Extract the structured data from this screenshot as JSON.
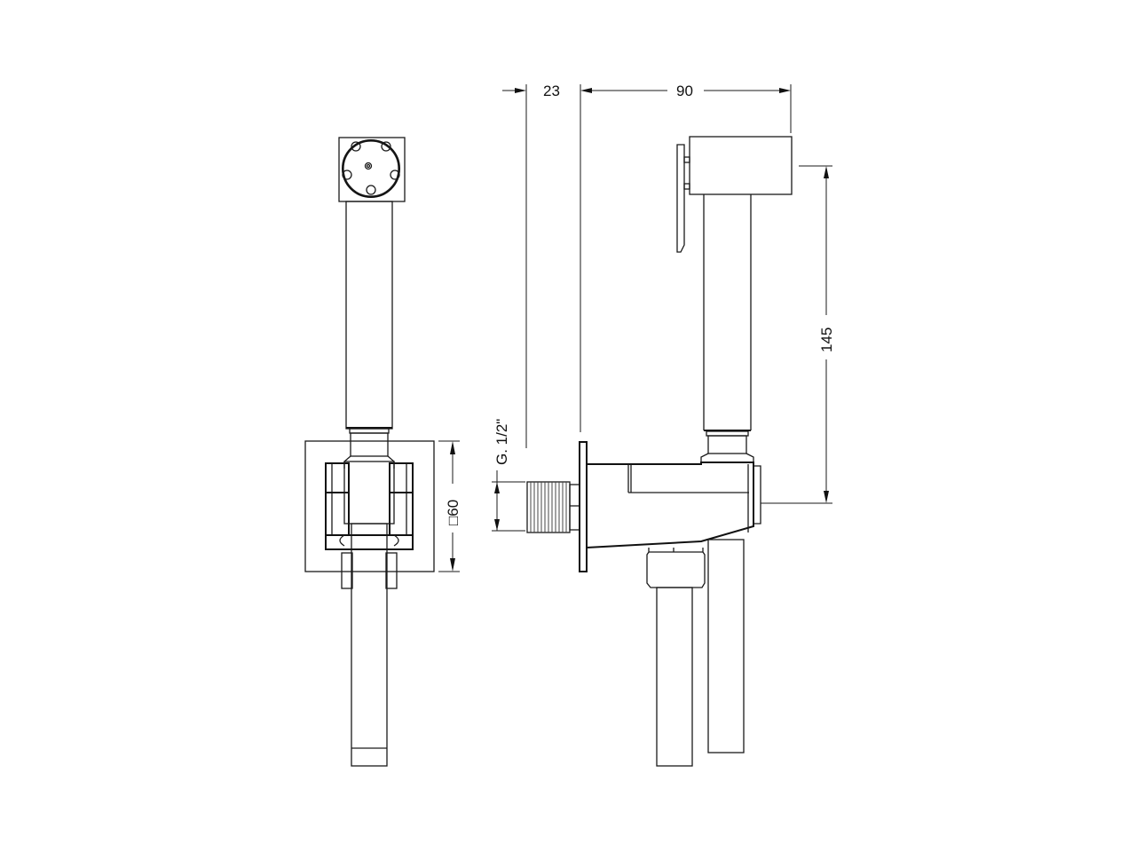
{
  "drawing": {
    "title": "Bidet handshower with wall holder and outlet — technical drawing",
    "line_color": "#1a1a1a",
    "background": "#ffffff",
    "views": [
      {
        "name": "front-view",
        "description": "Front elevation: square handshower head with round spray face, cylindrical handle, square wall plate with holder, hose"
      },
      {
        "name": "side-view",
        "description": "Side elevation: lever head, handle, wall outlet body with threaded connection, hose"
      }
    ],
    "dimensions": {
      "wall_offset": {
        "value": "23",
        "unit": "mm"
      },
      "depth": {
        "value": "90",
        "unit": "mm"
      },
      "height": {
        "value": "145",
        "unit": "mm"
      },
      "plate": {
        "value": "□60",
        "unit": "mm"
      },
      "thread": {
        "value": "G. 1/2\""
      }
    }
  }
}
